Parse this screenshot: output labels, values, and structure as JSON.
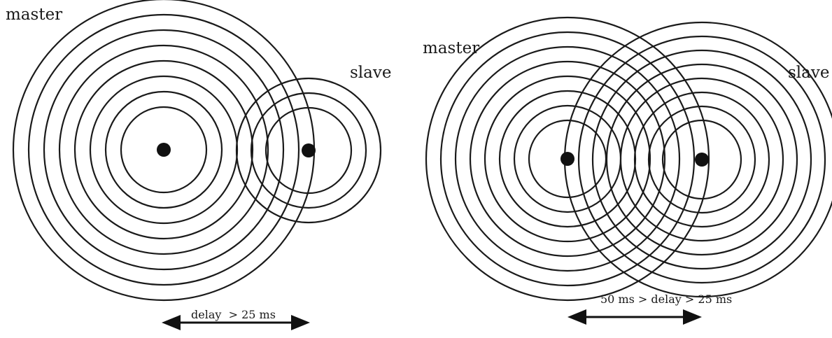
{
  "panels": [
    {
      "id": "left",
      "master_label": "master",
      "slave_label": "slave",
      "delay_label": "delay  > 25 ms",
      "master_rings": 8,
      "slave_rings": 3
    },
    {
      "id": "right",
      "master_label": "master",
      "slave_label": "slave",
      "delay_label": "50 ms > delay > 25 ms",
      "master_rings": 8,
      "slave_rings": 8
    }
  ],
  "colors": {
    "stroke": "#1a1a1a",
    "dot": "#111111",
    "background": "#ffffff"
  }
}
